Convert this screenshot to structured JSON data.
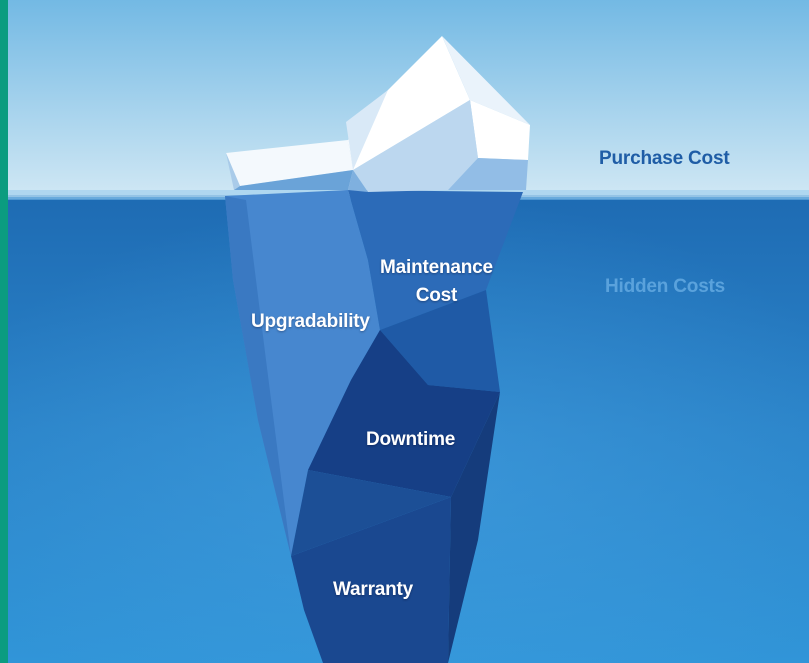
{
  "diagram": {
    "above_water_label": "Purchase Cost",
    "below_water_label": "Hidden Costs",
    "segments": {
      "maintenance_line1": "Maintenance",
      "maintenance_line2": "Cost",
      "upgradability": "Upgradability",
      "downtime": "Downtime",
      "warranty": "Warranty"
    }
  },
  "colors": {
    "sky_top": "#73b9e4",
    "sky_bottom": "#cfe7f4",
    "water_top": "#1f6fb7",
    "water_bottom": "#2f8ed3",
    "purchase_text": "#1f5da6",
    "hidden_text": "#5aa2dc",
    "frame": "#0b9c80"
  }
}
